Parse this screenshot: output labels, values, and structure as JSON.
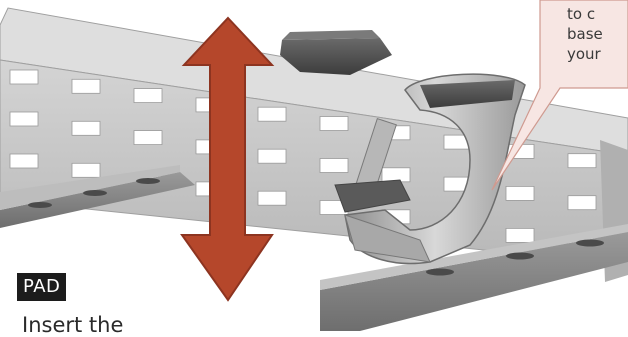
{
  "label_badge": "PAD",
  "instruction_start": "Insert the",
  "callout_lines": [
    "to c",
    "base",
    "your"
  ],
  "colors": {
    "arrow": "#b5472b",
    "callout_fill": "#f7e6e3",
    "callout_stroke": "#cf9a90",
    "metal": "#c9c9c9",
    "badge_bg": "#1c1c1c"
  },
  "icons": {
    "arrow": "double-headed-vertical-arrow",
    "pad": "rubber-pad"
  }
}
